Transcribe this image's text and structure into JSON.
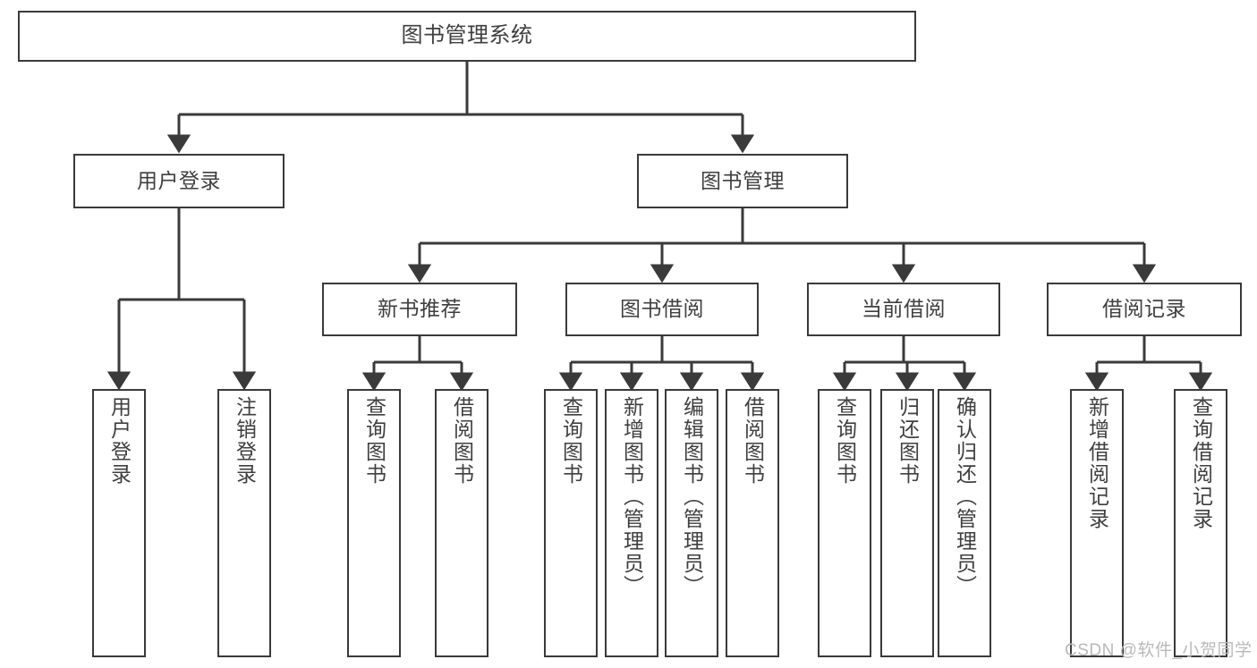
{
  "diagram": {
    "type": "tree-hierarchy-flowchart",
    "title": "图书管理系统",
    "orientation": "top-down",
    "style": {
      "background": "#ffffff",
      "box_fill": "#ffffff",
      "box_stroke": "#3a3a3a",
      "text_color": "#3f3f3f",
      "edge_color": "#3a3a3a",
      "arrowhead": "filled-triangle"
    }
  },
  "nodes": {
    "root": {
      "label": "图书管理系统",
      "level": 1
    },
    "level2": [
      {
        "id": "user-login",
        "label": "用户登录",
        "level": 2
      },
      {
        "id": "book-management",
        "label": "图书管理",
        "level": 2
      }
    ],
    "level3": [
      {
        "id": "new-book-recommend",
        "label": "新书推荐",
        "level": 3,
        "parent": "book-management"
      },
      {
        "id": "book-borrow",
        "label": "图书借阅",
        "level": 3,
        "parent": "book-management"
      },
      {
        "id": "current-borrow",
        "label": "当前借阅",
        "level": 3,
        "parent": "book-management"
      },
      {
        "id": "borrow-record",
        "label": "借阅记录",
        "level": 3,
        "parent": "book-management"
      }
    ],
    "leaves": [
      {
        "id": "leaf-user-login",
        "label": "用户登录",
        "parent": "user-login"
      },
      {
        "id": "leaf-user-logout",
        "label": "注销登录",
        "parent": "user-login"
      },
      {
        "id": "leaf-query-book-1",
        "label": "查询图书",
        "parent": "new-book-recommend"
      },
      {
        "id": "leaf-borrow-book-1",
        "label": "借阅图书",
        "parent": "new-book-recommend"
      },
      {
        "id": "leaf-query-book-2",
        "label": "查询图书",
        "parent": "book-borrow"
      },
      {
        "id": "leaf-add-book",
        "label": "新增图书（管理员）",
        "parent": "book-borrow"
      },
      {
        "id": "leaf-edit-book",
        "label": "编辑图书（管理员）",
        "parent": "book-borrow"
      },
      {
        "id": "leaf-borrow-book-2",
        "label": "借阅图书",
        "parent": "book-borrow"
      },
      {
        "id": "leaf-query-book-3",
        "label": "查询图书",
        "parent": "current-borrow"
      },
      {
        "id": "leaf-return-book",
        "label": "归还图书",
        "parent": "current-borrow"
      },
      {
        "id": "leaf-confirm-return",
        "label": "确认归还（管理员）",
        "parent": "current-borrow"
      },
      {
        "id": "leaf-add-record",
        "label": "新增借阅记录",
        "parent": "borrow-record"
      },
      {
        "id": "leaf-query-record",
        "label": "查询借阅记录",
        "parent": "borrow-record"
      }
    ]
  },
  "watermark": {
    "text": "CSDN @软件_小贺同学"
  }
}
